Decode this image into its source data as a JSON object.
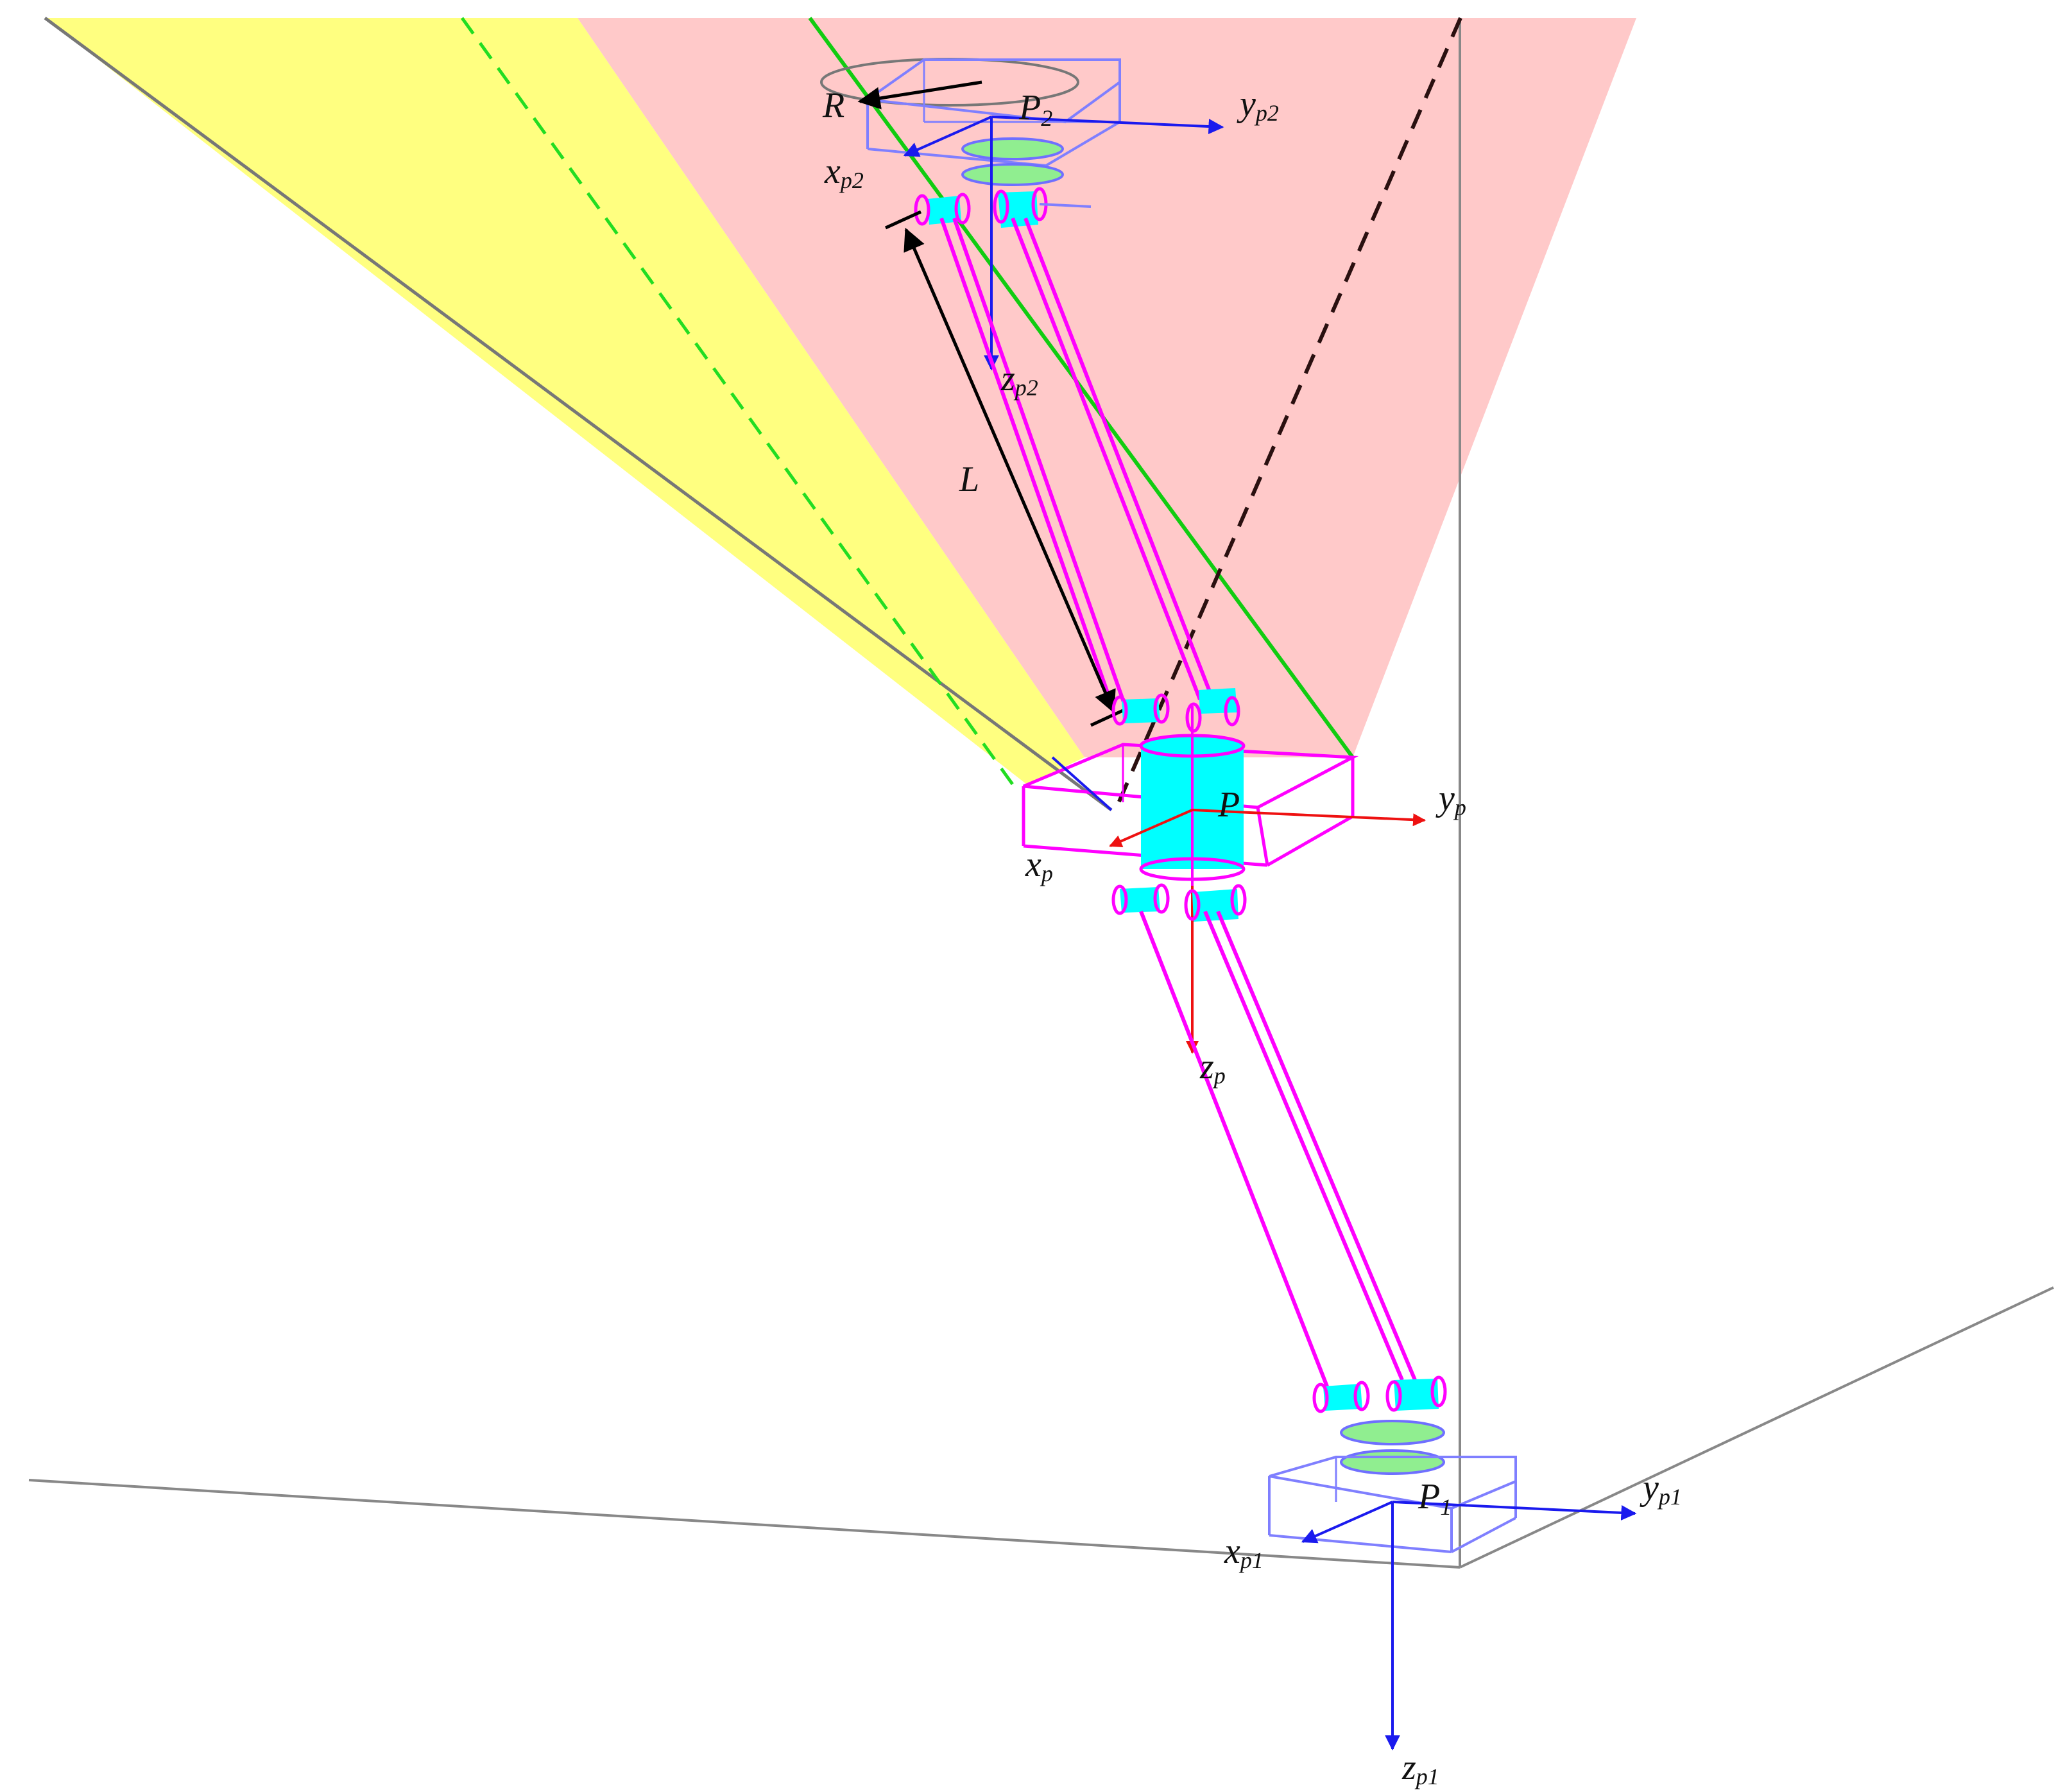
{
  "labels": {
    "R": "R",
    "P2": {
      "base": "P",
      "sub": "2"
    },
    "yp2": {
      "base": "y",
      "sub": "p2"
    },
    "xp2": {
      "base": "x",
      "sub": "p2"
    },
    "zp2": {
      "base": "z",
      "sub": "p2"
    },
    "L": "L",
    "P": "P",
    "yp": {
      "base": "y",
      "sub": "p"
    },
    "xp": {
      "base": "x",
      "sub": "p"
    },
    "zp": {
      "base": "z",
      "sub": "p"
    },
    "P1": {
      "base": "P",
      "sub": "1"
    },
    "yp1": {
      "base": "y",
      "sub": "p1"
    },
    "xp1": {
      "base": "x",
      "sub": "p1"
    },
    "zp1": {
      "base": "z",
      "sub": "p1"
    }
  },
  "colors": {
    "yellow_workspace": "#ffff80",
    "pink_workspace": "#ffc9c9",
    "upper_platform": "#8080ff",
    "moving_platform": "#ff00ff",
    "joints": "#00ffff",
    "joint_rims": "#ff00ff",
    "axis_blue": "#1a1aee",
    "axis_red": "#ee1111",
    "green_disks": "#90ee90",
    "green_boundary": "#22cc22",
    "frame_grey": "#888888",
    "dashed_line": "#331111"
  }
}
